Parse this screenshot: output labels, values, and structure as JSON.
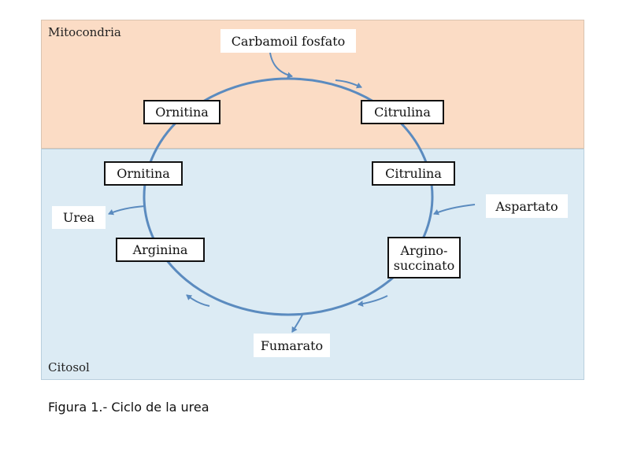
{
  "regions": {
    "mitochondria": "Mitocondria",
    "cytosol": "Citosol"
  },
  "compounds": {
    "carbamoil": "Carbamoil fosfato",
    "ornitina_mito": "Ornitina",
    "citrulina_mito": "Citrulina",
    "ornitina_cyto": "Ornitina",
    "citrulina_cyto": "Citrulina",
    "aspartato": "Aspartato",
    "urea": "Urea",
    "arginina": "Arginina",
    "argino_line1": "Argino-",
    "argino_line2": "succinato",
    "fumarato": "Fumarato"
  },
  "caption": "Figura 1.- Ciclo de la urea",
  "colors": {
    "mitochondria_bg": "#fbdcc5",
    "cytosol_bg": "#dcebf4",
    "cycle_stroke": "#5b8bbf"
  }
}
